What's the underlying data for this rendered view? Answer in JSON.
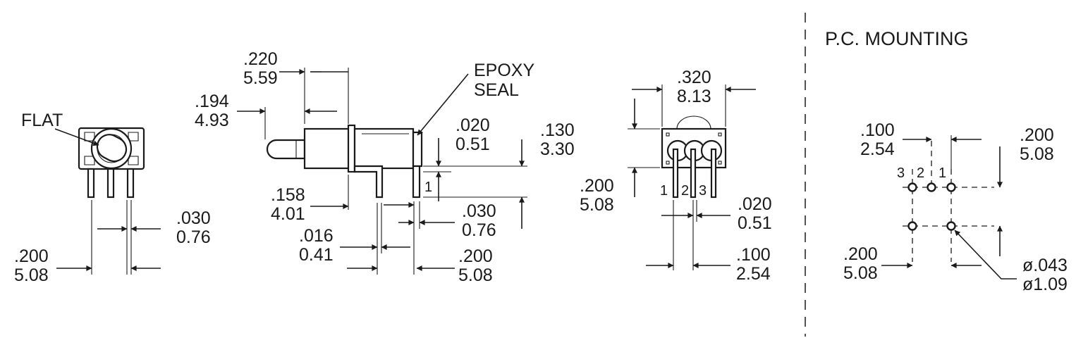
{
  "labels": {
    "flat": "FLAT",
    "epoxy_line1": "EPOXY",
    "epoxy_line2": "SEAL",
    "pc_mounting": "P.C. MOUNTING"
  },
  "dims": {
    "front_pin_space_in": ".200",
    "front_pin_space_mm": "5.08",
    "front_pin_width_in": ".030",
    "front_pin_width_mm": "0.76",
    "lever_len_in": ".220",
    "lever_len_mm": "5.59",
    "lever_offset_in": ".194",
    "lever_offset_mm": "4.93",
    "body_len_in": ".158",
    "body_len_mm": "4.01",
    "thick_in": ".016",
    "thick_mm": "0.41",
    "side_pin_width_in": ".030",
    "side_pin_width_mm": "0.76",
    "side_pin_space_in": ".200",
    "side_pin_space_mm": "5.08",
    "gap_in": ".020",
    "gap_mm": "0.51",
    "pin_len_in": ".130",
    "pin_len_mm": "3.30",
    "width_in": ".320",
    "width_mm": "8.13",
    "body_h_in": ".200",
    "body_h_mm": "5.08",
    "end_pin_w_in": ".020",
    "end_pin_w_mm": "0.51",
    "end_pin_space_in": ".100",
    "end_pin_space_mm": "2.54",
    "pcb_pitch_in": ".100",
    "pcb_pitch_mm": "2.54",
    "pcb_row_in": ".200",
    "pcb_row_mm": "5.08",
    "pcb_span_in": ".200",
    "pcb_span_mm": "5.08",
    "hole_in": "ø.043",
    "hole_mm": "ø1.09"
  },
  "pins": {
    "side_pin": "1",
    "end_p1": "1",
    "end_p2": "2",
    "end_p3": "3",
    "pcb_p3": "3",
    "pcb_p2": "2",
    "pcb_p1": "1"
  }
}
